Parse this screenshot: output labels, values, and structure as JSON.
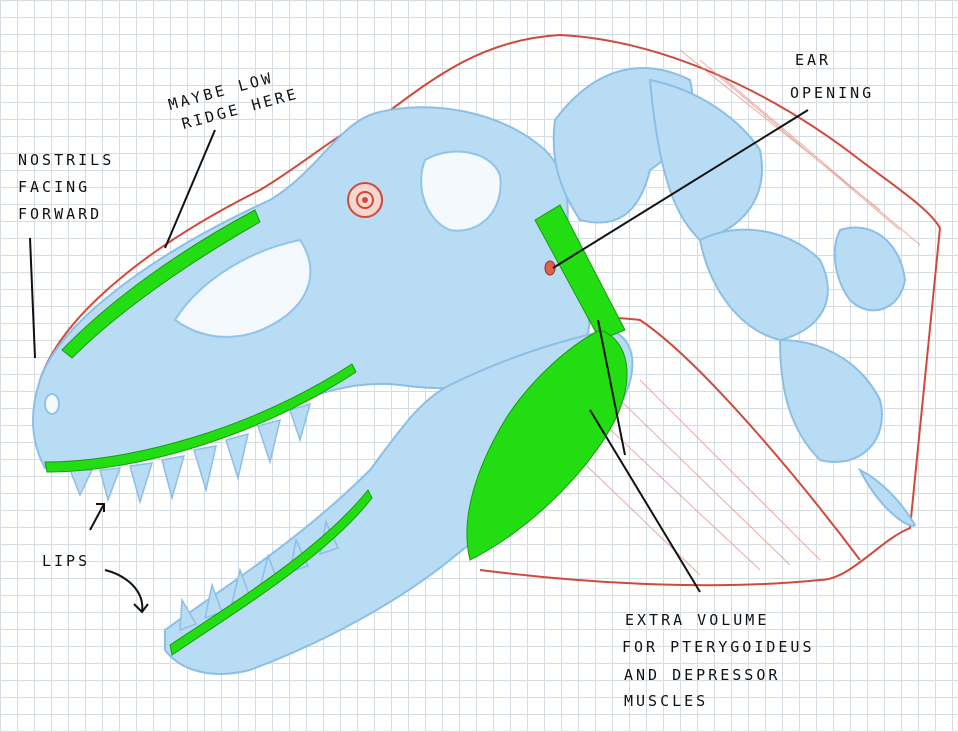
{
  "annotations": {
    "maybe_low_ridge": [
      "MAYBE LOW",
      "RIDGE HERE"
    ],
    "nostrils": [
      "NOSTRILS",
      "FACING",
      "FORWARD"
    ],
    "ear_opening": [
      "EAR",
      "OPENING"
    ],
    "lips": "LIPS",
    "extra_volume": [
      "EXTRA VOLUME",
      "FOR PTERYGOIDEUS",
      "AND DEPRESSOR",
      "MUSCLES"
    ]
  },
  "colors": {
    "skull_fill": "#b9dcf5",
    "skull_stroke": "#8cbfe6",
    "flesh_outline": "#d04a3a",
    "muscle_green": "#22dd11",
    "ink": "#111111",
    "grid": "#d6dce3"
  }
}
